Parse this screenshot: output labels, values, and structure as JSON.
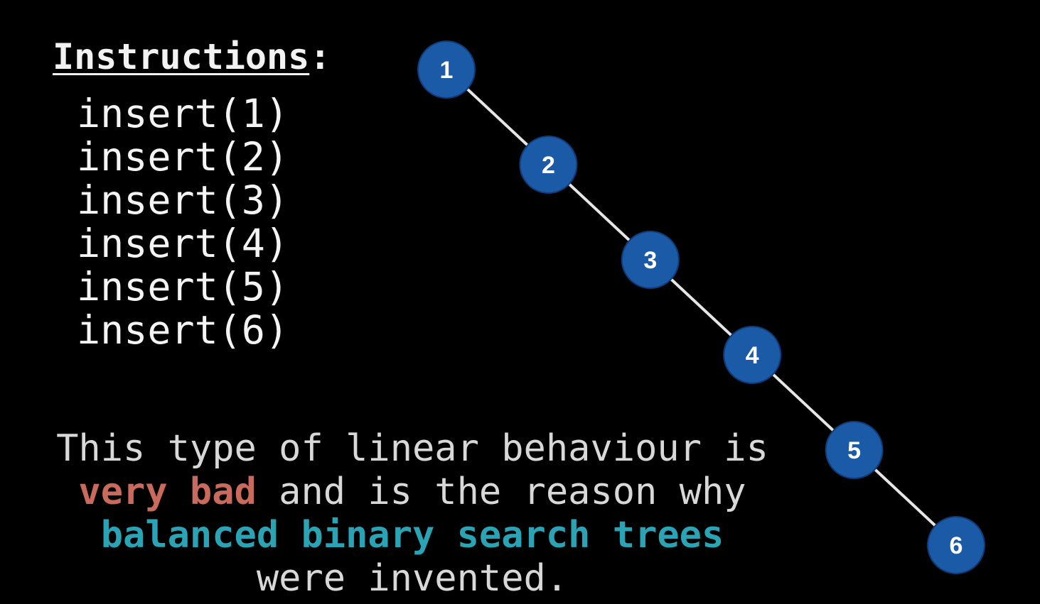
{
  "instructions": {
    "heading": "Instructions",
    "heading_suffix": ":",
    "items": [
      "insert(1)",
      "insert(2)",
      "insert(3)",
      "insert(4)",
      "insert(5)",
      "insert(6)"
    ]
  },
  "tree": {
    "nodes": [
      "1",
      "2",
      "3",
      "4",
      "5",
      "6"
    ],
    "edges": [
      [
        "1",
        "2"
      ],
      [
        "2",
        "3"
      ],
      [
        "3",
        "4"
      ],
      [
        "4",
        "5"
      ],
      [
        "5",
        "6"
      ]
    ]
  },
  "caption": {
    "line1": "This type of linear behaviour is",
    "line2_highlight": "very bad",
    "line2_rest": " and is the reason why",
    "line3_highlight": "balanced binary search trees",
    "line4": "were invented."
  },
  "colors": {
    "node_fill": "#1a5aa6",
    "edge": "#e6e6e6",
    "bad": "#c96a5c",
    "good": "#2aa3b5"
  }
}
